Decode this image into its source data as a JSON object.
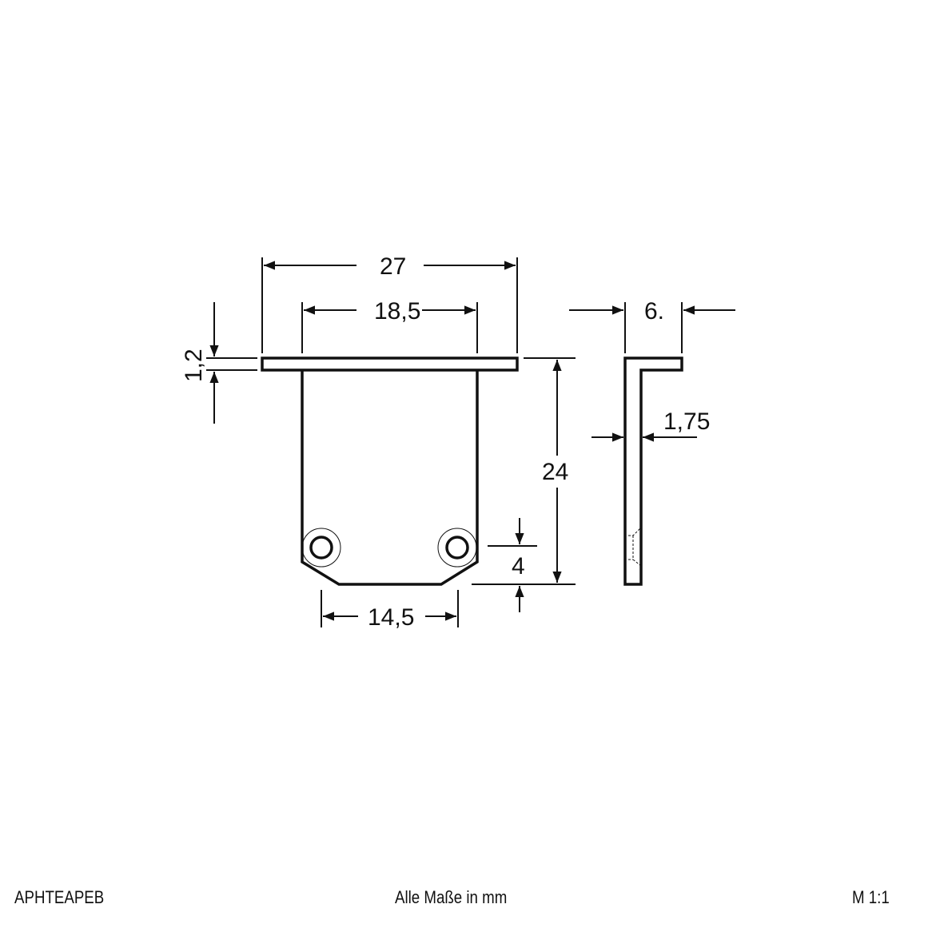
{
  "drawing": {
    "front_view": {
      "dimensions": {
        "overall_width": "27",
        "inner_width": "18,5",
        "bottom_width": "14,5",
        "flange_thickness": "1,2",
        "height": "24",
        "hole_offset": "4"
      }
    },
    "side_view": {
      "dimensions": {
        "depth": "6.",
        "wall_thickness": "1,75"
      }
    }
  },
  "footer": {
    "part_number": "APHTEAPEB",
    "units_note": "Alle Maße in mm",
    "scale": "M 1:1"
  },
  "colors": {
    "line": "#111111",
    "background": "#ffffff"
  }
}
